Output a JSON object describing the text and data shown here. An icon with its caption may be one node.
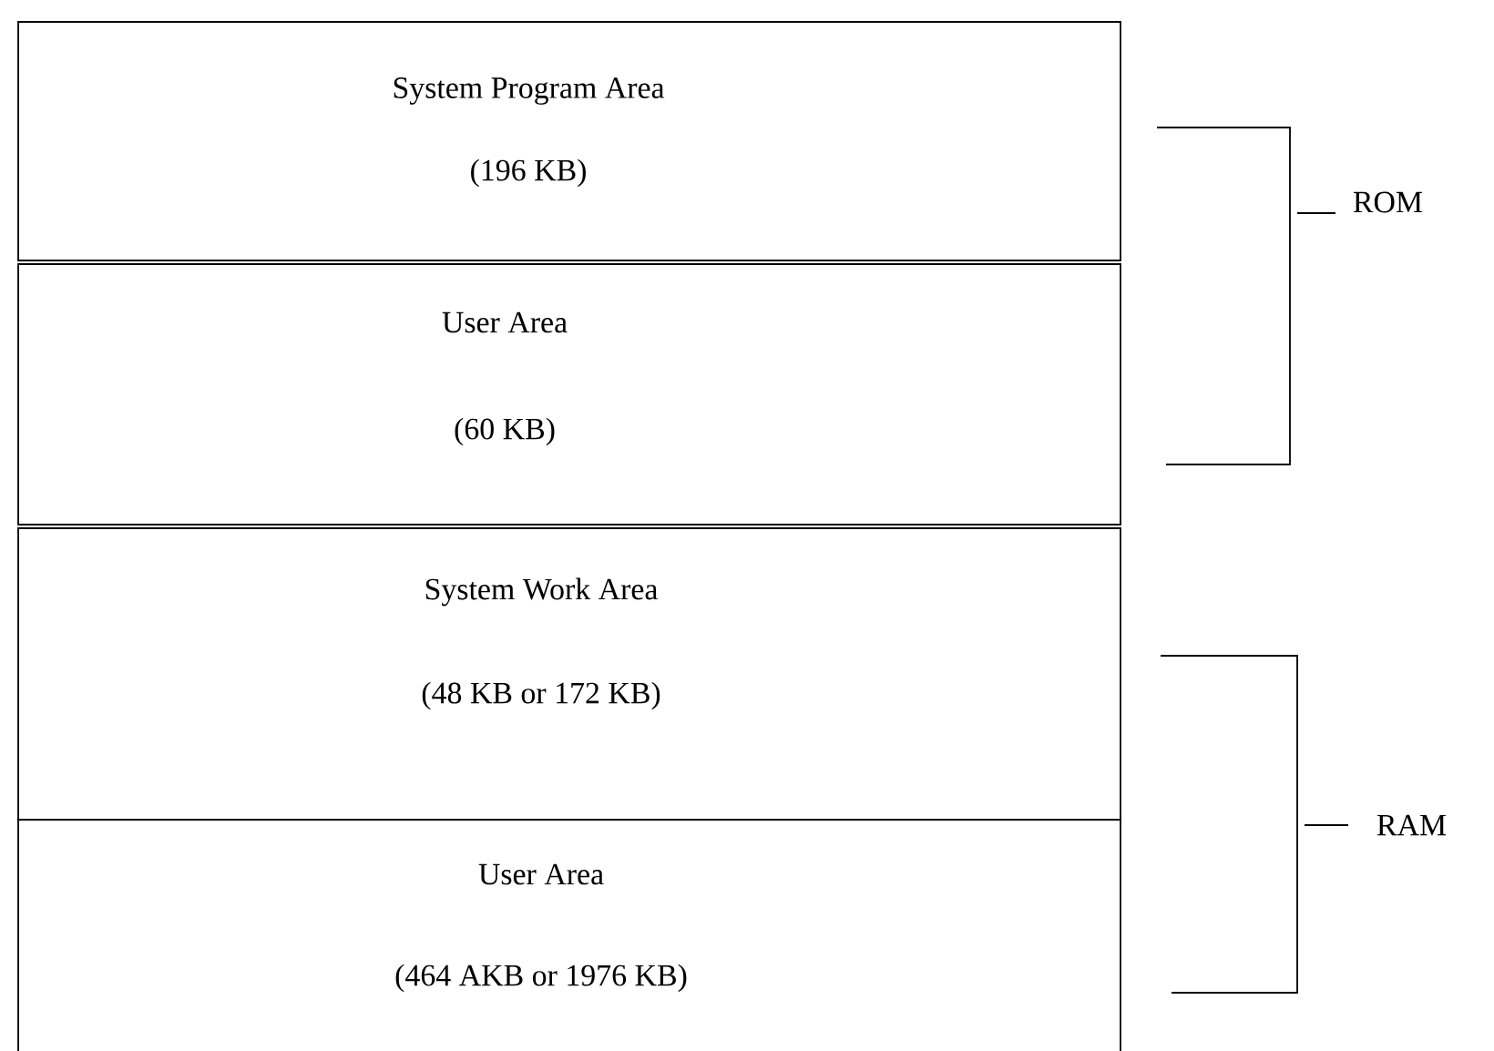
{
  "diagram": {
    "nodes": [
      {
        "text": [
          "System Program Area",
          "(196 KB)"
        ]
      },
      {
        "text": [
          "User Area",
          "(60 KB)"
        ]
      },
      {
        "text": [
          "System Work Area",
          "(48 KB or 172 KB)"
        ]
      },
      {
        "text": [
          "User Area",
          "(464 AKB or 1976 KB)"
        ]
      }
    ],
    "labels": [
      "ROM",
      "RAM"
    ]
  }
}
